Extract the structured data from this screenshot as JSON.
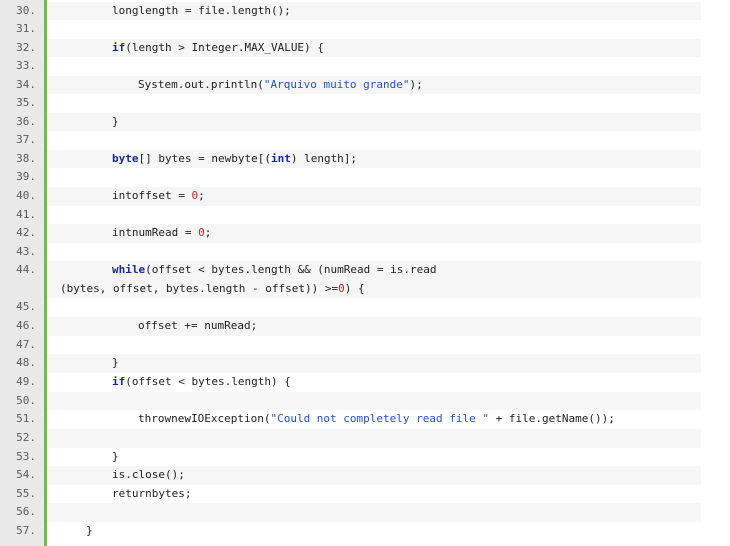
{
  "lines": [
    {
      "num": "30.",
      "code": [
        [
          {
            "t": "longlength = file.length();"
          }
        ]
      ]
    },
    {
      "num": "31.",
      "code": []
    },
    {
      "num": "32.",
      "code": [
        [
          {
            "t": "if",
            "c": "kw"
          },
          {
            "t": "(length > Integer.MAX_VALUE) {"
          }
        ]
      ]
    },
    {
      "num": "33.",
      "code": []
    },
    {
      "num": "34.",
      "code": [
        [
          {
            "t": "System.out.println("
          },
          {
            "t": "\"Arquivo muito grande\"",
            "c": "str"
          },
          {
            "t": ");"
          }
        ]
      ]
    },
    {
      "num": "35.",
      "code": []
    },
    {
      "num": "36.",
      "code": [
        [
          {
            "t": "}"
          }
        ]
      ]
    },
    {
      "num": "37.",
      "code": []
    },
    {
      "num": "38.",
      "code": [
        [
          {
            "t": "byte",
            "c": "kw"
          },
          {
            "t": "[] bytes = newbyte[("
          },
          {
            "t": "int",
            "c": "kw"
          },
          {
            "t": ") length];"
          }
        ]
      ]
    },
    {
      "num": "39.",
      "code": []
    },
    {
      "num": "40.",
      "code": [
        [
          {
            "t": "intoffset = "
          },
          {
            "t": "0",
            "c": "numlit"
          },
          {
            "t": ";"
          }
        ]
      ]
    },
    {
      "num": "41.",
      "code": []
    },
    {
      "num": "42.",
      "code": [
        [
          {
            "t": "intnumRead = "
          },
          {
            "t": "0",
            "c": "numlit"
          },
          {
            "t": ";"
          }
        ]
      ]
    },
    {
      "num": "43.",
      "code": []
    },
    {
      "num": "44.",
      "code": [
        [
          {
            "t": "while",
            "c": "kw"
          },
          {
            "t": "(offset < bytes.length && (numRead = is.read"
          }
        ],
        [
          {
            "t": "(bytes, offset, bytes.length - offset)) >="
          },
          {
            "t": "0",
            "c": "numlit"
          },
          {
            "t": ") {"
          }
        ]
      ]
    },
    {
      "num": "45.",
      "code": []
    },
    {
      "num": "46.",
      "code": [
        [
          {
            "t": "offset += numRead;"
          }
        ]
      ]
    },
    {
      "num": "47.",
      "code": []
    },
    {
      "num": "48.",
      "code": [
        [
          {
            "t": "}"
          }
        ]
      ]
    },
    {
      "num": "49.",
      "code": [
        [
          {
            "t": "if",
            "c": "kw"
          },
          {
            "t": "(offset < bytes.length) {"
          }
        ]
      ]
    },
    {
      "num": "50.",
      "code": []
    },
    {
      "num": "51.",
      "code": [
        [
          {
            "t": "thrownewIOException("
          },
          {
            "t": "\"Could not completely read file \"",
            "c": "str"
          },
          {
            "t": " + file.getName());"
          }
        ]
      ]
    },
    {
      "num": "52.",
      "code": []
    },
    {
      "num": "53.",
      "code": [
        [
          {
            "t": "}"
          }
        ]
      ]
    },
    {
      "num": "54.",
      "code": [
        [
          {
            "t": "is.close();"
          }
        ]
      ]
    },
    {
      "num": "55.",
      "code": [
        [
          {
            "t": "returnbytes;"
          }
        ]
      ]
    },
    {
      "num": "56.",
      "code": []
    },
    {
      "num": "57.",
      "code": [
        [
          {
            "t": "}"
          }
        ]
      ]
    }
  ]
}
